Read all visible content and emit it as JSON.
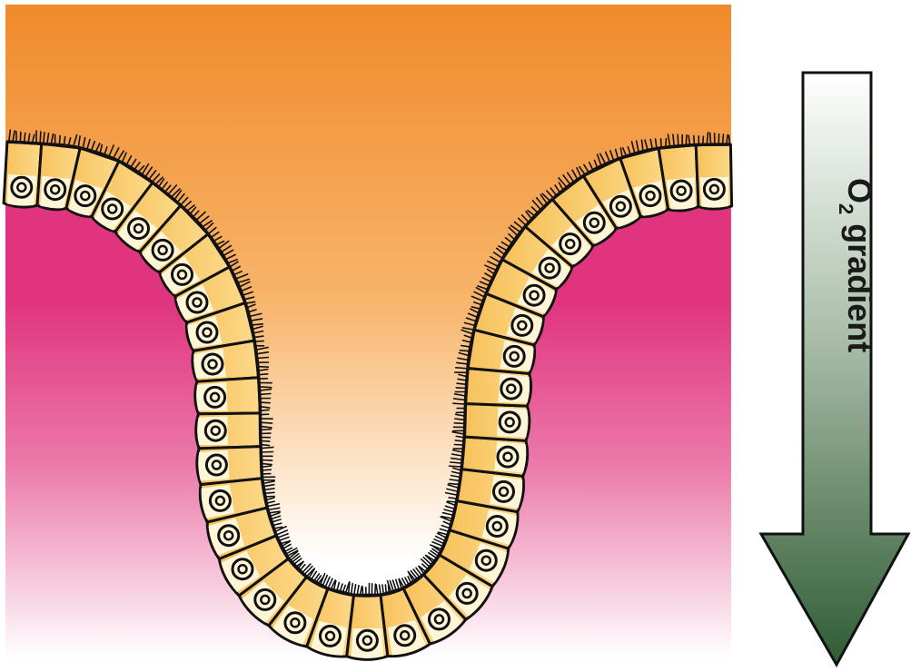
{
  "arrow": {
    "label_main": "O",
    "label_sub": "2",
    "label_rest": " gradient"
  },
  "colors": {
    "lumen_top": "#F08A2B",
    "lumen_bottom": "#FFFFFF",
    "tissue_top": "#E0347E",
    "tissue_bottom": "#FFFFFF",
    "cell_fill": "#F9CC6A",
    "cell_highlight": "#FFF6D8",
    "outline": "#111111",
    "arrow_top": "#FFFFFF",
    "arrow_bottom": "#2F5C34"
  }
}
